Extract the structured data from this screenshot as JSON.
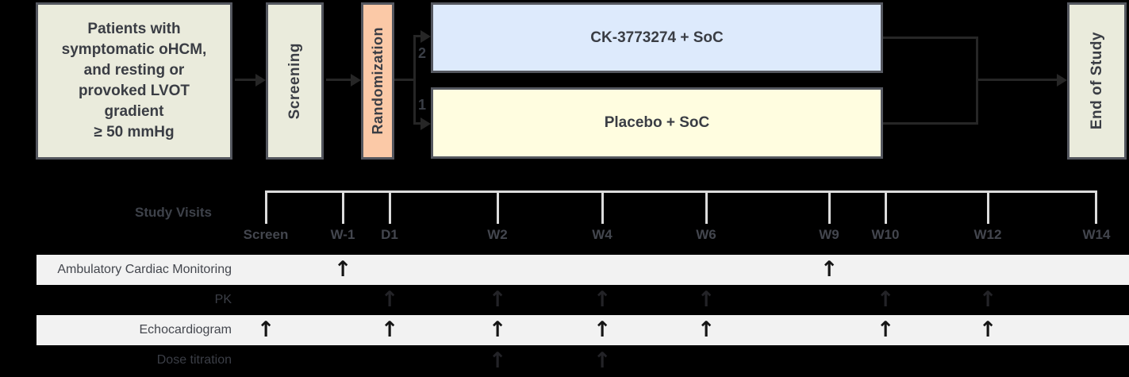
{
  "flow": {
    "population_box": {
      "text": "Patients with symptomatic oHCM, and resting or provoked LVOT gradient ≥ 50 mmHg",
      "lines": [
        "Patients with",
        "symptomatic oHCM,",
        "and resting or",
        "provoked LVOT",
        "gradient",
        "≥ 50 mmHg"
      ]
    },
    "screening_label": "Screening",
    "randomization_label": "Randomization",
    "arm1": {
      "label": "CK-3773274 + SoC",
      "ratio_label": "2"
    },
    "arm2": {
      "label": "Placebo + SoC",
      "ratio_label": "1"
    },
    "end_label": "End of Study"
  },
  "timeline": {
    "title": "Study Visits",
    "visits": [
      {
        "label": "Screen"
      },
      {
        "label": "W-1"
      },
      {
        "label": "D1"
      },
      {
        "label": "W2"
      },
      {
        "label": "W4"
      },
      {
        "label": "W6"
      },
      {
        "label": "W9"
      },
      {
        "label": "W10"
      },
      {
        "label": "W12"
      },
      {
        "label": "W14"
      }
    ]
  },
  "assessments": [
    {
      "label": "Ambulatory Cardiac Monitoring",
      "band": "light",
      "marks": [
        "W-1",
        "W9"
      ]
    },
    {
      "label": "PK",
      "band": "dark",
      "marks": [
        "D1",
        "W2",
        "W4",
        "W6",
        "W10",
        "W12"
      ]
    },
    {
      "label": "Echocardiogram",
      "band": "light",
      "marks": [
        "Screen",
        "D1",
        "W2",
        "W4",
        "W6",
        "W10",
        "W12"
      ]
    },
    {
      "label": "Dose titration",
      "band": "dark",
      "marks": [
        "W2",
        "W4"
      ]
    }
  ],
  "icons": {
    "up_arrow": "↑"
  },
  "colors": {
    "background": "#000000",
    "box_beige": "#eaebdc",
    "box_peach": "#fbc9a7",
    "box_blue": "#ddeafc",
    "box_yellow": "#fffde0",
    "box_border": "#54575f",
    "box_text": "#3a3d44",
    "connector": "#262626",
    "timeline_line": "#dcdcdc",
    "band_light": "#f2f2f2"
  }
}
